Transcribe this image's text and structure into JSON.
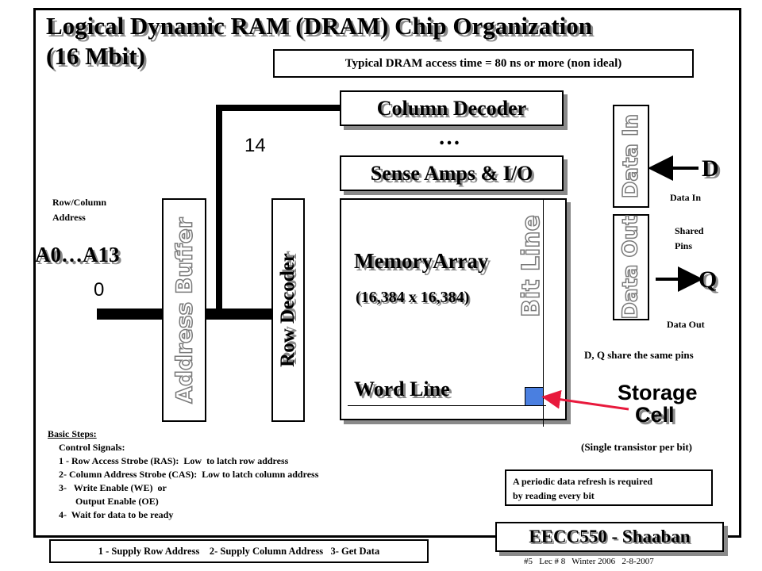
{
  "title": "Logical Dynamic RAM (DRAM) Chip Organization\n(16 Mbit)",
  "access_time_note": "Typical DRAM access time = 80 ns or more (non ideal)",
  "column_decoder": "Column Decoder",
  "ellipsis": "…",
  "bus_width_14": "14",
  "sense_amps": "Sense Amps & I/O",
  "memory_array": "MemoryArray",
  "array_size": "(16,384 x 16,384)",
  "bit_line": "Bit Line",
  "word_line": "Word Line",
  "row_decoder": "Row Decoder",
  "address_buffer": "Address Buffer",
  "row_col_address": "Row/Column\nAddress",
  "address_bits": "A0…A13",
  "bus_index_0": "0",
  "data_in_box": "Data In",
  "data_out_box": "Data Out",
  "pin_d": "D",
  "pin_q": "Q",
  "data_in_label": "Data In",
  "shared_pins": "Shared\nPins",
  "data_out_label": "Data Out",
  "share_note": "D, Q share the same pins",
  "storage": "Storage",
  "cell": "Cell",
  "cell_note": "(Single transistor per bit)",
  "refresh_note": "A periodic data refresh is required\nby reading  every bit",
  "basic_steps_title": "Basic Steps:",
  "steps": [
    "Control Signals:",
    "1 - Row Access Strobe (RAS):  Low  to latch row address",
    "2- Column Address Strobe (CAS):  Low to latch column address",
    "3-   Write Enable (WE)  or",
    "       Output Enable (OE)",
    "4-  Wait for data to be ready"
  ],
  "supply_steps": "1 - Supply Row Address    2- Supply Column Address   3- Get Data",
  "footer_brand": "EECC550 - Shaaban",
  "footer_ref": "#5   Lec # 8   Winter 2006   2-8-2007",
  "colors": {
    "arrow_red": "#e8193c",
    "cell_fill": "#4a7fe0",
    "shadow": "#8a8a8a"
  }
}
